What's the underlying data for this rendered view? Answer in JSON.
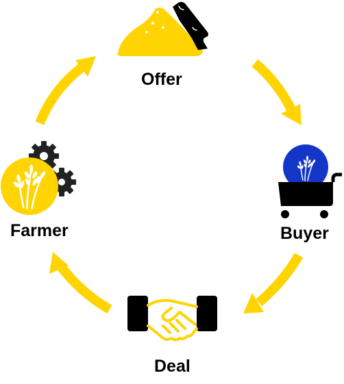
{
  "colors": {
    "accent": "#FFD400",
    "dark": "#000000",
    "buyer_badge": "#1436C8"
  },
  "stages": {
    "offer": {
      "label": "Offer",
      "icon": "grain-pile-with-knife-icon"
    },
    "buyer": {
      "label": "Buyer",
      "icon": "shopping-cart-with-wheat-icon"
    },
    "deal": {
      "label": "Deal",
      "icon": "handshake-icon"
    },
    "farmer": {
      "label": "Farmer",
      "icon": "wheat-with-gears-icon"
    }
  },
  "flow": [
    "Farmer",
    "Offer",
    "Buyer",
    "Deal",
    "Farmer"
  ]
}
